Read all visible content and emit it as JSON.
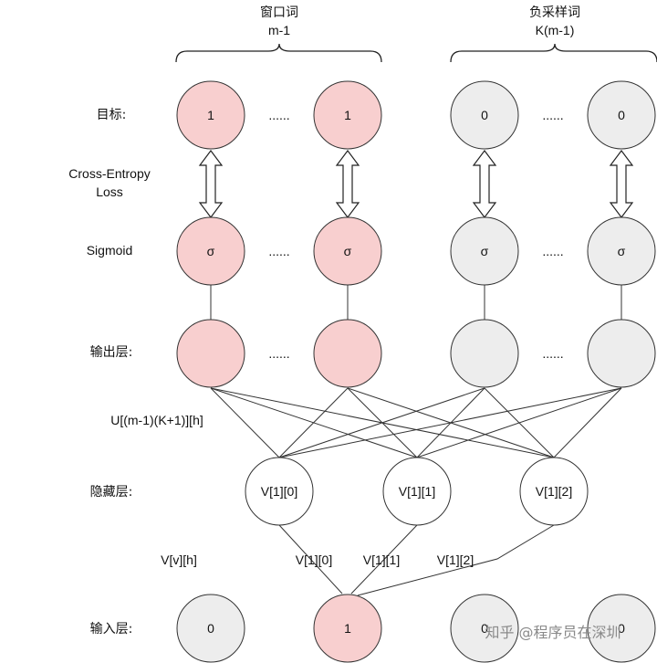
{
  "header": {
    "window_title": "窗口词",
    "window_sub": "m-1",
    "neg_title": "负采样词",
    "neg_sub": "K(m-1)"
  },
  "rows": {
    "target": "目标:",
    "loss_line1": "Cross-Entropy",
    "loss_line2": "Loss",
    "sigmoid": "Sigmoid",
    "output": "输出层:",
    "u_matrix": "U[(m-1)(K+1)][h]",
    "hidden": "隐藏层:",
    "v_matrix": "V[v][h]",
    "input": "输入层:"
  },
  "nodes": {
    "target_values": [
      "1",
      "1",
      "0",
      "0"
    ],
    "sigmoid_symbol": "σ",
    "ellipsis": "......",
    "hidden": [
      "V[1][0]",
      "V[1][1]",
      "V[1][2]"
    ],
    "input_values": [
      "0",
      "1",
      "0",
      "0"
    ]
  },
  "edge_labels": [
    "V[1][0]",
    "V[1][1]",
    "V[1][2]"
  ],
  "watermark": "知乎 @程序员在深圳",
  "colors": {
    "pink": "#f8cfcf",
    "gray": "#ededed",
    "stroke": "#333333"
  }
}
